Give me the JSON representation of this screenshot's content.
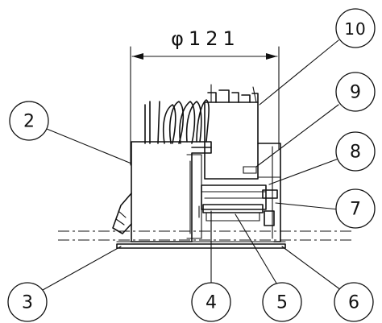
{
  "dimension": {
    "label": "φ121"
  },
  "balloons": [
    {
      "id": "2",
      "label": "2"
    },
    {
      "id": "3",
      "label": "3"
    },
    {
      "id": "4",
      "label": "4"
    },
    {
      "id": "5",
      "label": "5"
    },
    {
      "id": "6",
      "label": "6"
    },
    {
      "id": "7",
      "label": "7"
    },
    {
      "id": "8",
      "label": "8"
    },
    {
      "id": "9",
      "label": "9"
    },
    {
      "id": "10",
      "label": "10"
    }
  ]
}
